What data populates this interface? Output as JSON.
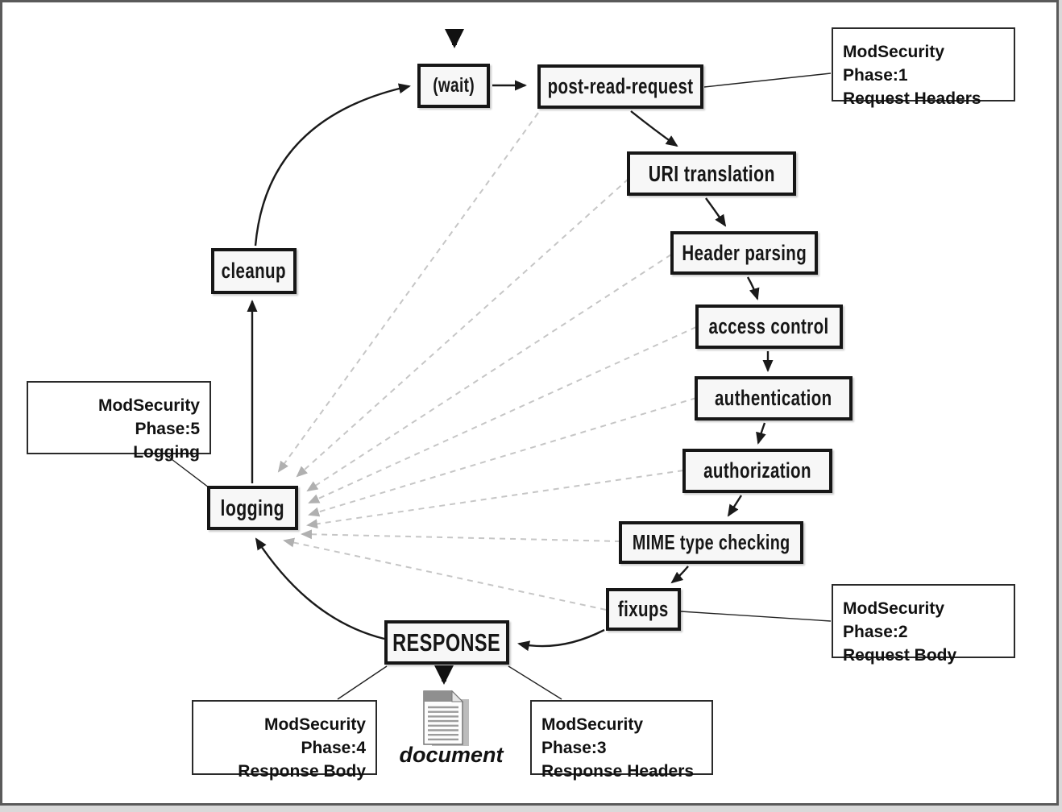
{
  "diagram": {
    "nodes": {
      "wait": "(wait)",
      "post_read_request": "post-read-request",
      "uri_translation": "URI translation",
      "header_parsing": "Header parsing",
      "access_control": "access control",
      "authentication": "authentication",
      "authorization": "authorization",
      "mime_type_checking": "MIME type checking",
      "fixups": "fixups",
      "response": "RESPONSE",
      "logging": "logging",
      "cleanup": "cleanup"
    },
    "callouts": {
      "phase1": {
        "line1": "ModSecurity Phase:1",
        "line2": "Request Headers"
      },
      "phase2": {
        "line1": "ModSecurity Phase:2",
        "line2": "Request Body"
      },
      "phase3": {
        "line1": "ModSecurity Phase:3",
        "line2": "Response Headers"
      },
      "phase4": {
        "line1": "ModSecurity Phase:4",
        "line2": "Response Body"
      },
      "phase5": {
        "line1": "ModSecurity Phase:5",
        "line2": "Logging"
      }
    },
    "document_label": "document",
    "colors": {
      "node_border": "#161616",
      "node_fill": "#f7f7f7",
      "arrow": "#1a1a1a",
      "dashed_line": "#c6c6c6",
      "dashed_arrowhead": "#b0b0b0",
      "callout_border": "#2a2a2a",
      "frame": "#5a5a5a",
      "background": "#ffffff",
      "document_shadow": "#bcbcbc",
      "document_band": "#8f8f8f"
    }
  }
}
